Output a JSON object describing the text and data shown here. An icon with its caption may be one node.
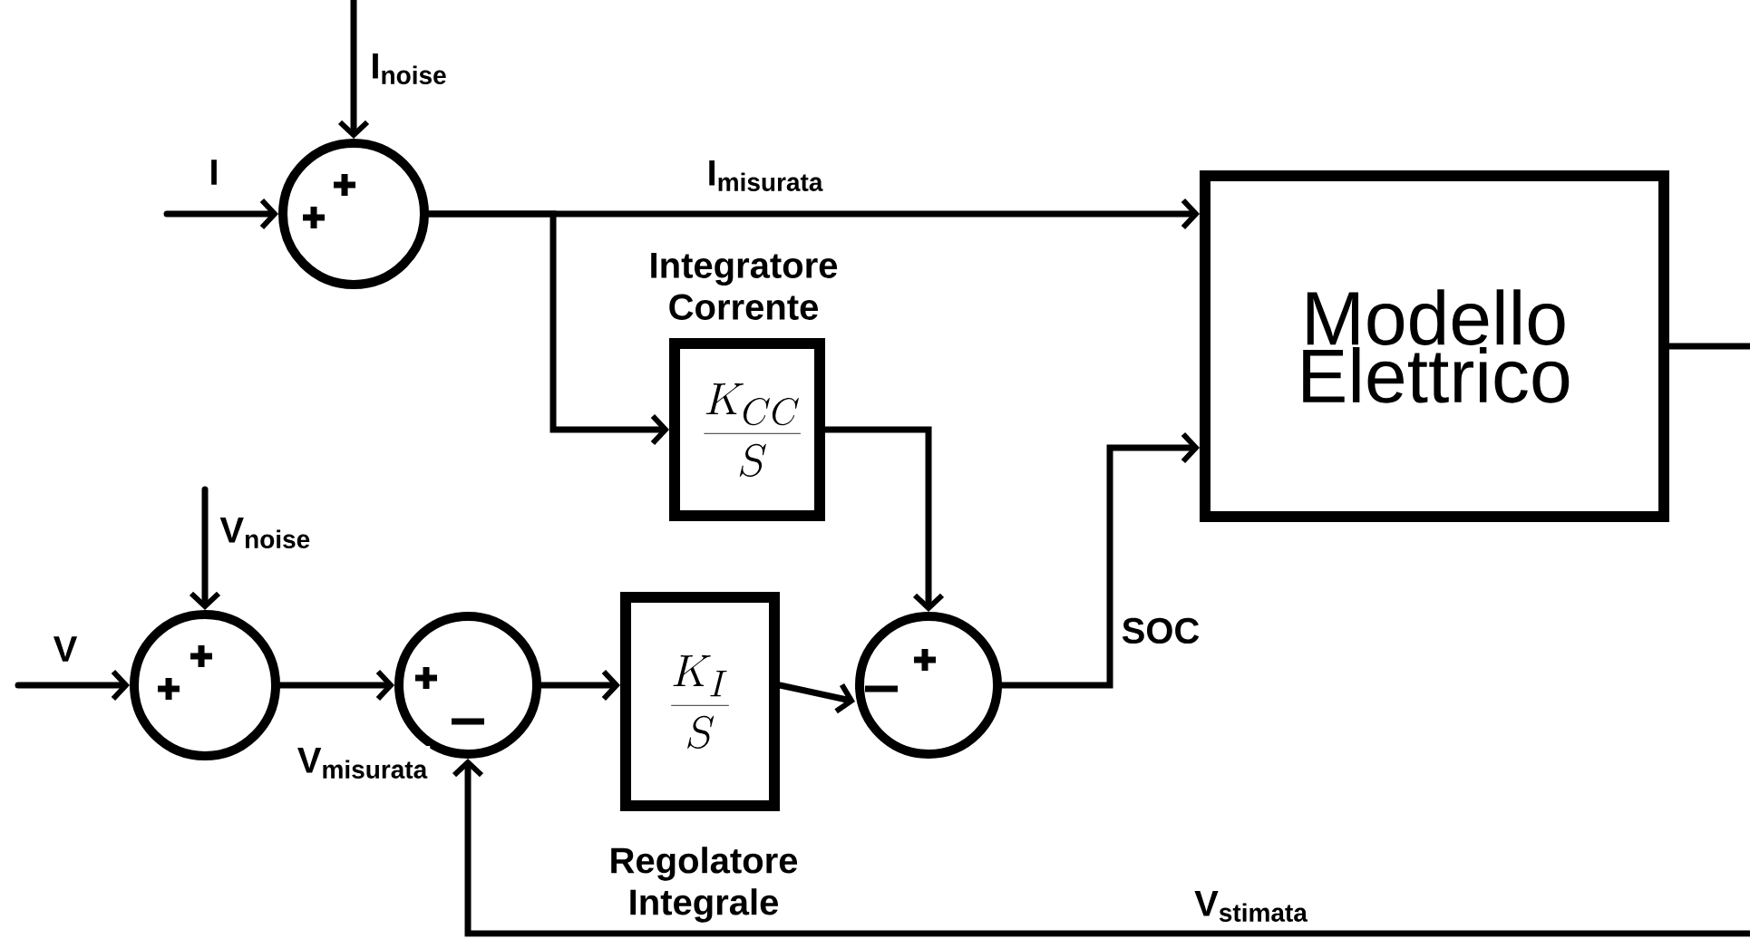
{
  "diagram": {
    "nodes": [
      {
        "text": [],
        "shape": "circle"
      },
      {
        "text": [
          "Modello Elettrico"
        ]
      },
      {
        "text": [
          "\\frac{K_{CC}}{S}"
        ],
        "beside": [
          "Integratore Corrente"
        ]
      },
      {
        "text": [],
        "shape": "circle"
      },
      {
        "text": [],
        "shape": "circle"
      },
      {
        "text": [
          "\\frac{K_{I}}{S}"
        ],
        "beside": [
          "Regolatore Integrale"
        ]
      },
      {
        "text": [],
        "shape": "circle"
      }
    ],
    "edges": [
      {
        "from": null,
        "to": 0,
        "arrow": "to",
        "label": "I"
      },
      {
        "from": null,
        "to": 0,
        "arrow": "to",
        "label": "I$_{noise}$"
      },
      {
        "from": 0,
        "to": 1,
        "arrow": "to",
        "label": "I$_{misurata}$"
      },
      {
        "from": 0,
        "to": 2,
        "arrow": "to"
      },
      {
        "from": 2,
        "to": 6,
        "arrow": "to"
      },
      {
        "from": null,
        "to": 3,
        "arrow": "to",
        "label": "V"
      },
      {
        "from": null,
        "to": 3,
        "arrow": "to",
        "label": "V$_{noise}$"
      },
      {
        "from": 3,
        "to": 4,
        "arrow": "to",
        "label": "V$_{misurata}$"
      },
      {
        "from": 4,
        "to": 5,
        "arrow": "to"
      },
      {
        "from": 5,
        "to": 6,
        "arrow": "to"
      },
      {
        "from": 6,
        "to": 1,
        "arrow": "to",
        "label": "SOC"
      },
      {
        "from": 1,
        "to": null,
        "arrow": "none"
      },
      {
        "from": null,
        "to": 4,
        "arrow": "to",
        "label": "V$_{stimata}$"
      }
    ]
  }
}
